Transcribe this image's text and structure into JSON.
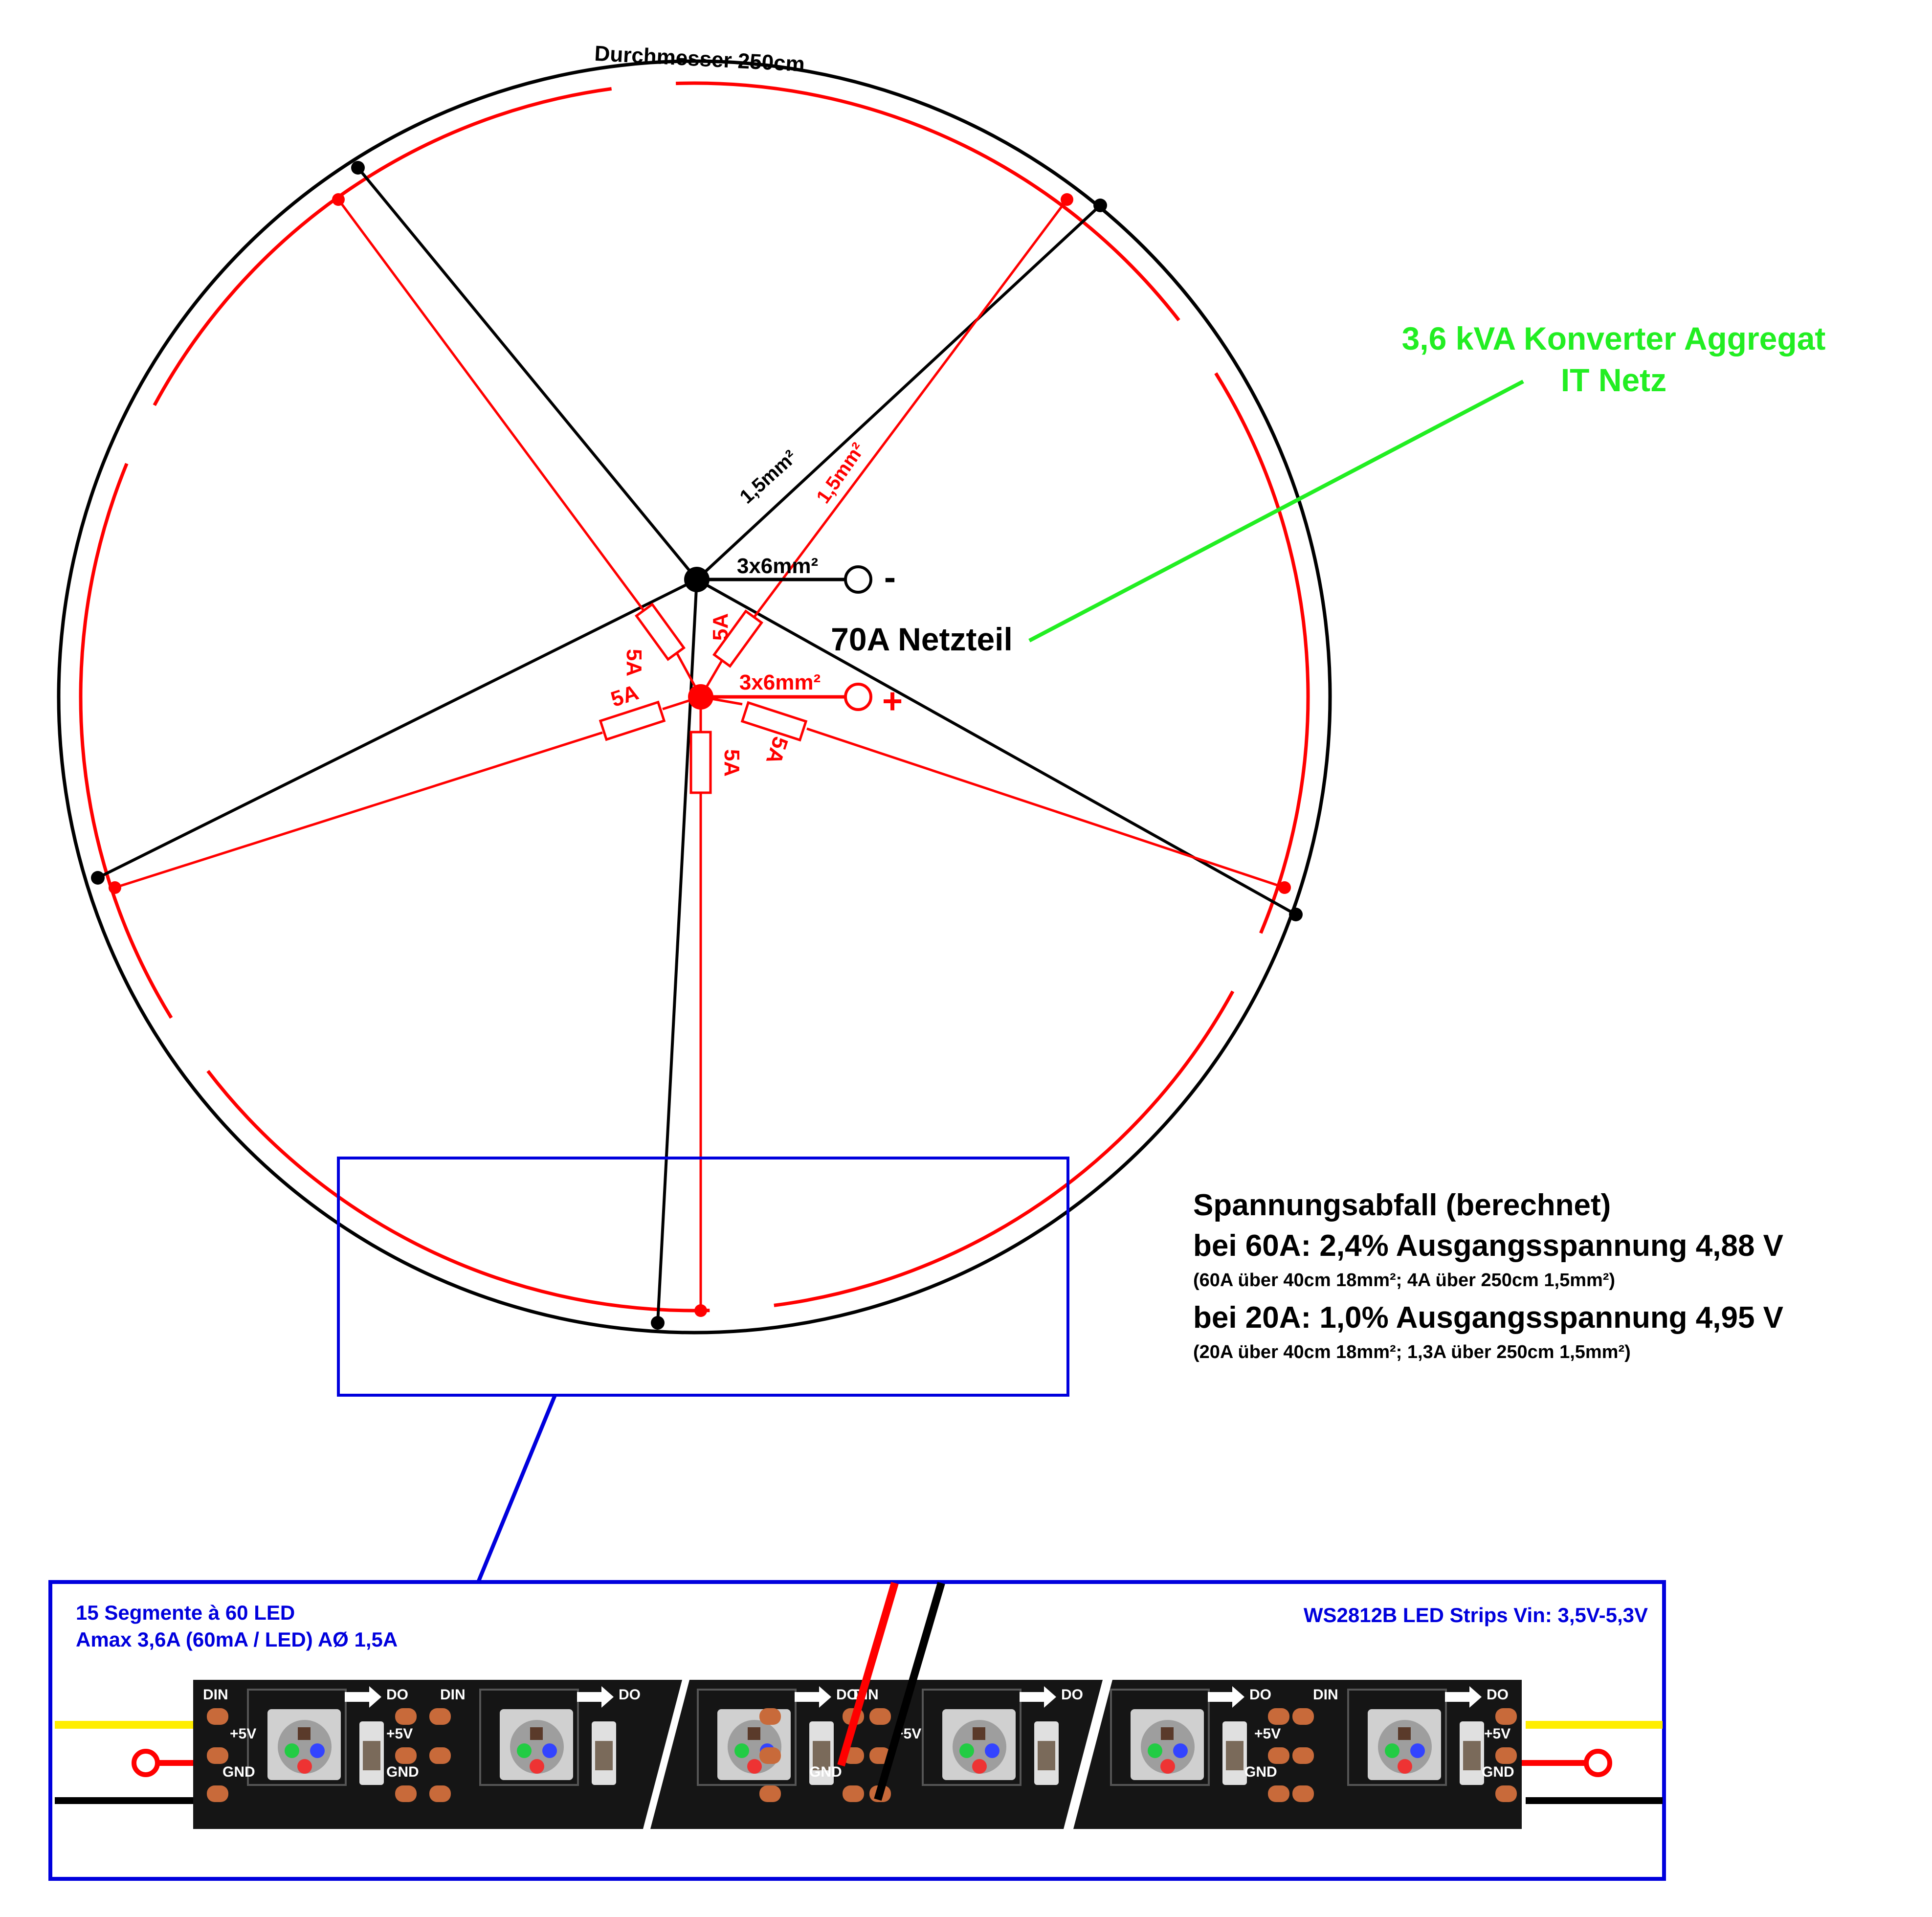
{
  "diagram": {
    "diameter_label": "Durchmesser 250cm",
    "converter": {
      "line1": "3,6 kVA Konverter Aggregat",
      "line2": "IT Netz",
      "color": "#22ee22"
    },
    "psu_label": "70A Netzteil",
    "wire_neg": {
      "label": "3x6mm²",
      "symbol": "-"
    },
    "wire_pos": {
      "label": "3x6mm²",
      "symbol": "+"
    },
    "cable_black": "1,5mm²",
    "cable_red": "1,5mm²",
    "fuses": [
      "5A",
      "5A",
      "5A",
      "5A",
      "5A"
    ],
    "voltage_drop": {
      "title": "Spannungsabfall (berechnet)",
      "line1": "bei 60A: 2,4% Ausgangsspannung 4,88 V",
      "note1": "(60A über 40cm 18mm²; 4A über 250cm 1,5mm²)",
      "line2": "bei 20A: 1,0% Ausgangsspannung 4,95 V",
      "note2": "(20A über 40cm 18mm²; 1,3A über 250cm 1,5mm²)"
    },
    "strip": {
      "info_line1": "15 Segmente à 60 LED",
      "info_line2": "Amax 3,6A (60mA / LED)   AØ 1,5A",
      "model": "WS2812B LED Strips Vin: 3,5V-5,3V",
      "pads": {
        "din": "DIN",
        "do": "DO",
        "v5": "+5V",
        "gnd": "GND"
      }
    },
    "colors": {
      "negative": "#000000",
      "positive": "#ff0000",
      "callout": "#0000dd",
      "data_wire": "#ffee00"
    }
  }
}
